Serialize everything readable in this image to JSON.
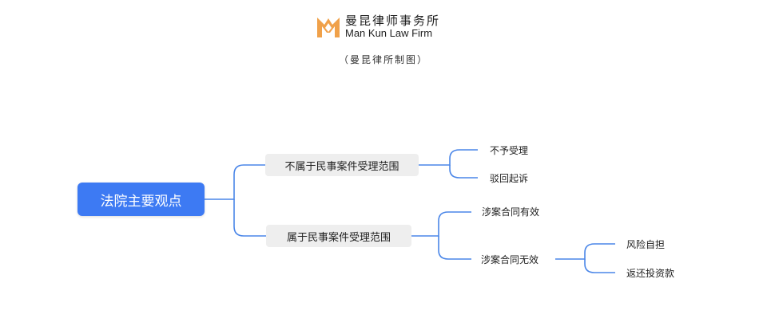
{
  "header": {
    "brand_cn": "曼昆律师事务所",
    "brand_en": "Man Kun Law Firm",
    "caption": "（曼昆律所制图）",
    "brand_color": "#f0a14a"
  },
  "mindmap": {
    "root": "法院主要观点",
    "branch_1": {
      "label": "不属于民事案件受理范围",
      "children": [
        "不予受理",
        "驳回起诉"
      ]
    },
    "branch_2": {
      "label": "属于民事案件受理范围",
      "children": [
        "涉案合同有效",
        "涉案合同无效"
      ],
      "sub_children": [
        "风险自担",
        "返还投资款"
      ]
    },
    "colors": {
      "root": "#3d7af3",
      "branch_bg": "#eeeeee",
      "line": "#4a86e8"
    }
  }
}
